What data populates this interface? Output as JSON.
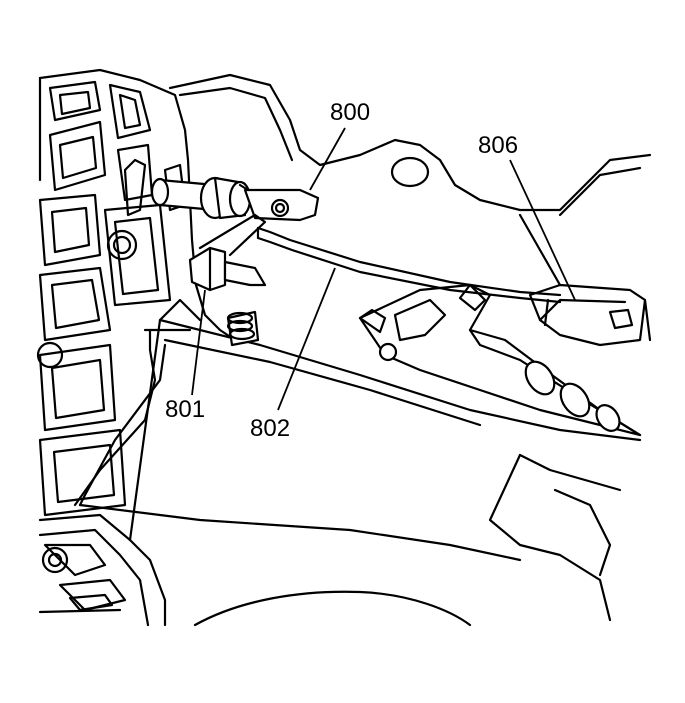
{
  "callouts": [
    {
      "id": "800",
      "label": "800"
    },
    {
      "id": "801",
      "label": "801"
    },
    {
      "id": "802",
      "label": "802"
    },
    {
      "id": "806",
      "label": "806"
    }
  ]
}
